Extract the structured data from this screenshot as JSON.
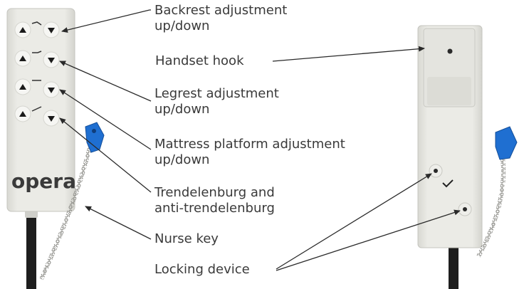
{
  "labels": {
    "backrest": [
      "Backrest adjustment",
      "up/down"
    ],
    "handset_hook": "Handset hook",
    "legrest": [
      "Legrest adjustment",
      "up/down"
    ],
    "mattress": [
      "Mattress platform adjustment",
      "up/down"
    ],
    "trendelenburg": [
      "Trendelenburg and",
      "anti-trendelenburg"
    ],
    "nurse_key": "Nurse key",
    "locking_device": "Locking device"
  },
  "brand": "opera",
  "colors": {
    "handset_body": "#e6e6e1",
    "button": "#f5f5f2",
    "arrow": "#1a1a1a",
    "nurse_key_blue": "#1f6fd1",
    "cable": "#222222",
    "chain": "#9a9a95",
    "label_text": "#3a3a3a"
  }
}
